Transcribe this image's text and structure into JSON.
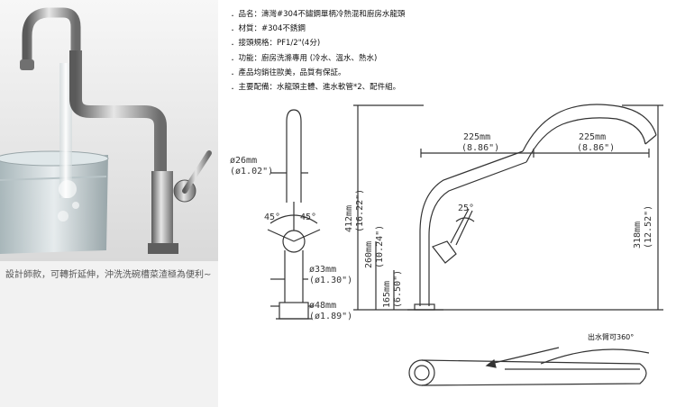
{
  "photo": {
    "caption": "設計師款，可轉折延伸，沖洗洗碗槽菜渣極為便利~"
  },
  "specs": [
    "．品名：濤灣#304不鏽鋼單柄冷熱混和廚房水龍頭",
    "．材質：#304不銹鋼",
    "．接頭規格：PF1/2\"(4分)",
    "．功能：廚房洗滌專用 (冷水、溫水、熱水)",
    "．產品均銷往歐美，品質有保証。",
    "．主要配備：水龍頭主體、進水軟管*2、配件組。"
  ],
  "dimensions": {
    "body_diameter": "ø26mm",
    "body_diameter_in": "(ø1.02\")",
    "angle_left": "45°",
    "angle_right": "45°",
    "neck_diameter": "ø33mm",
    "neck_diameter_in": "(ø1.30\")",
    "base_diameter": "ø48mm",
    "base_diameter_in": "(ø1.89\")",
    "total_height": "412mm",
    "total_height_in": "(16.22\")",
    "lever_height": "260mm",
    "lever_height_in": "(10.24\")",
    "body_height": "165mm",
    "body_height_in": "(6.50\")",
    "spout_height": "318mm",
    "spout_height_in": "(12.52\")",
    "arm_length_1": "225mm",
    "arm_length_1_in": "(8.86\")",
    "arm_length_2": "225mm",
    "arm_length_2_in": "(8.86\")",
    "lever_angle": "25°"
  },
  "rotation_note": "出水臂可360°"
}
